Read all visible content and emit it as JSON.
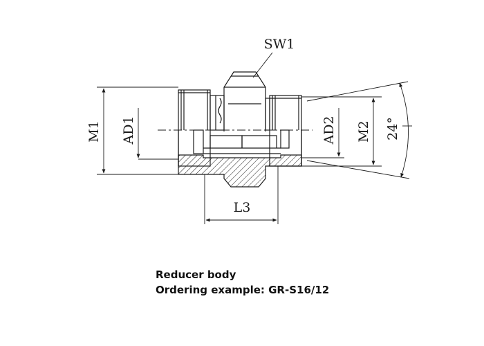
{
  "diagram": {
    "labels": {
      "sw1": "SW1",
      "m1": "M1",
      "ad1": "AD1",
      "ad2": "AD2",
      "m2": "M2",
      "angle": "24°",
      "l3": "L3"
    },
    "colors": {
      "line": "#1a1a1a",
      "hatch": "#1a1a1a",
      "background": "#ffffff"
    }
  },
  "caption": {
    "title": "Reducer body",
    "ordering": "Ordering example: GR-S16/12"
  }
}
